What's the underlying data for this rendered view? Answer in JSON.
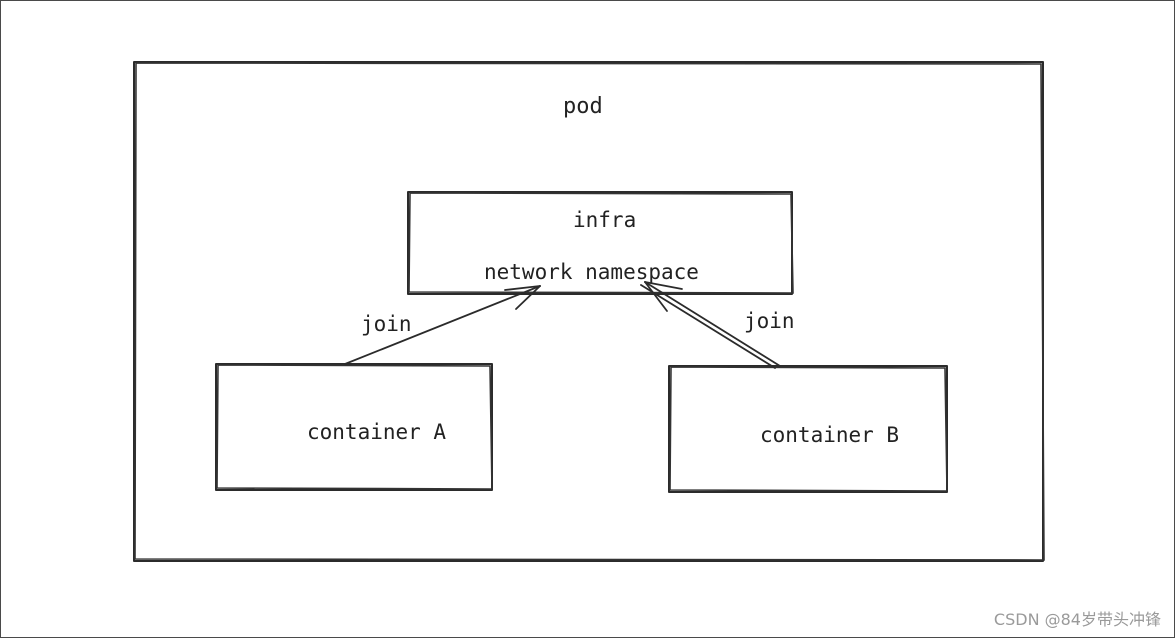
{
  "diagram": {
    "pod_label": "pod",
    "infra_label": "infra",
    "namespace_label": "network namespace",
    "join_left_label": "join",
    "join_right_label": "join",
    "container_a_label": "container A",
    "container_b_label": "container B"
  },
  "watermark": "CSDN @84岁带头冲锋",
  "colors": {
    "stroke": "#2b2b2b",
    "text": "#222222",
    "watermark": "#9a9a9a"
  }
}
